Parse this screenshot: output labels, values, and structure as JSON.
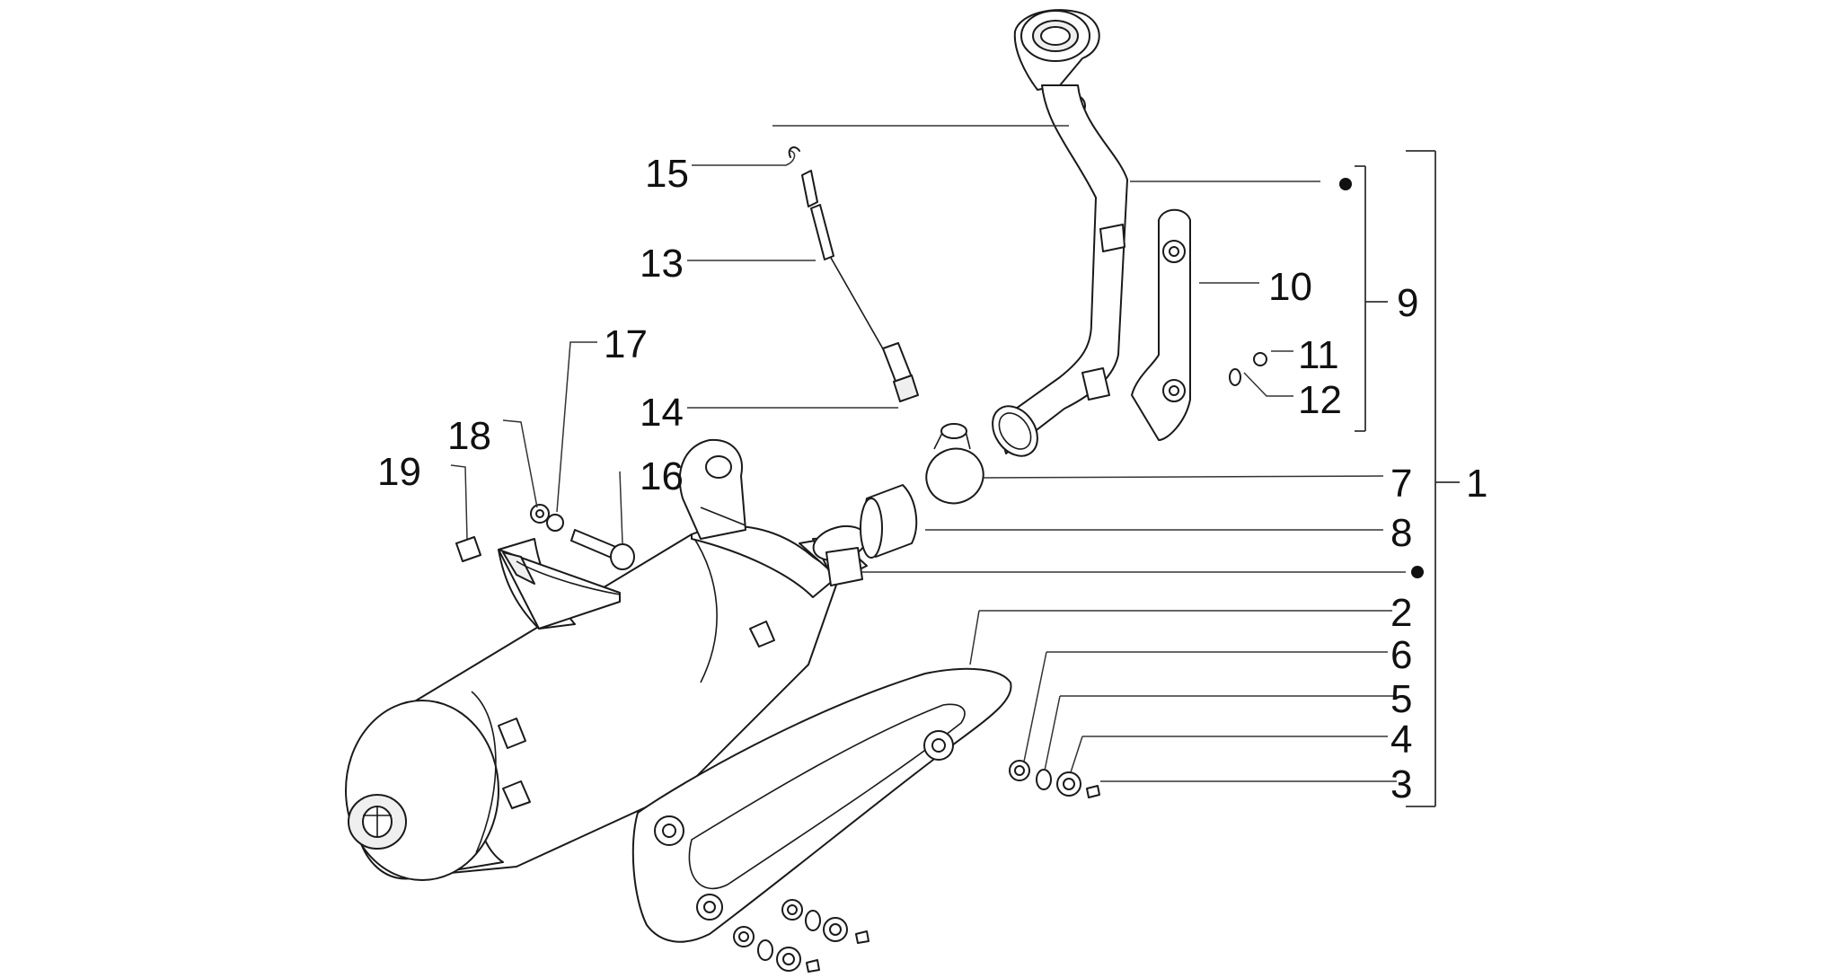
{
  "callouts": [
    {
      "id": "15",
      "label": "15"
    },
    {
      "id": "13",
      "label": "13"
    },
    {
      "id": "17",
      "label": "17"
    },
    {
      "id": "18",
      "label": "18"
    },
    {
      "id": "19",
      "label": "19"
    },
    {
      "id": "16",
      "label": "16"
    },
    {
      "id": "14",
      "label": "14"
    },
    {
      "id": "10",
      "label": "10"
    },
    {
      "id": "9",
      "label": "9"
    },
    {
      "id": "11",
      "label": "11"
    },
    {
      "id": "12",
      "label": "12"
    },
    {
      "id": "7",
      "label": "7"
    },
    {
      "id": "1",
      "label": "1"
    },
    {
      "id": "8",
      "label": "8"
    },
    {
      "id": "2",
      "label": "2"
    },
    {
      "id": "6",
      "label": "6"
    },
    {
      "id": "5",
      "label": "5"
    },
    {
      "id": "4",
      "label": "4"
    },
    {
      "id": "3",
      "label": "3"
    }
  ],
  "colors": {
    "line": "#1a1a1a",
    "background": "#ffffff"
  }
}
